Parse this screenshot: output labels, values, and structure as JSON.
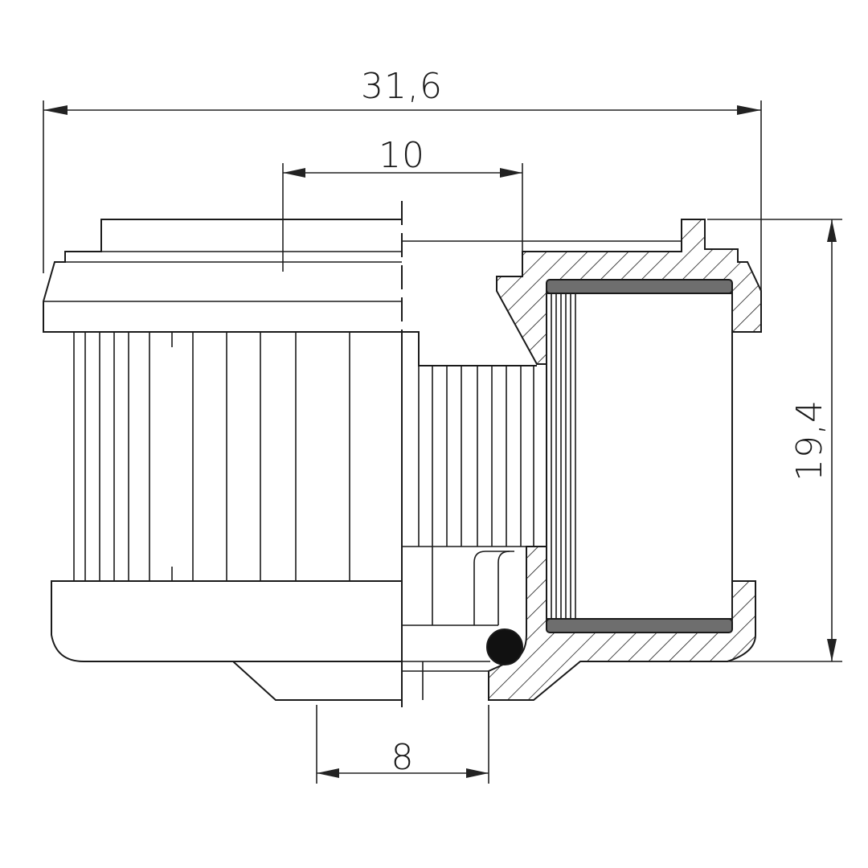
{
  "dimensions": {
    "overall_width": "31,6",
    "inner_width": "10",
    "bottom_width": "8",
    "height": "19,4"
  },
  "colors": {
    "line": "#1a1a1a",
    "media_band": "#6e6e6e",
    "seal": "#111111",
    "background": "#ffffff"
  }
}
